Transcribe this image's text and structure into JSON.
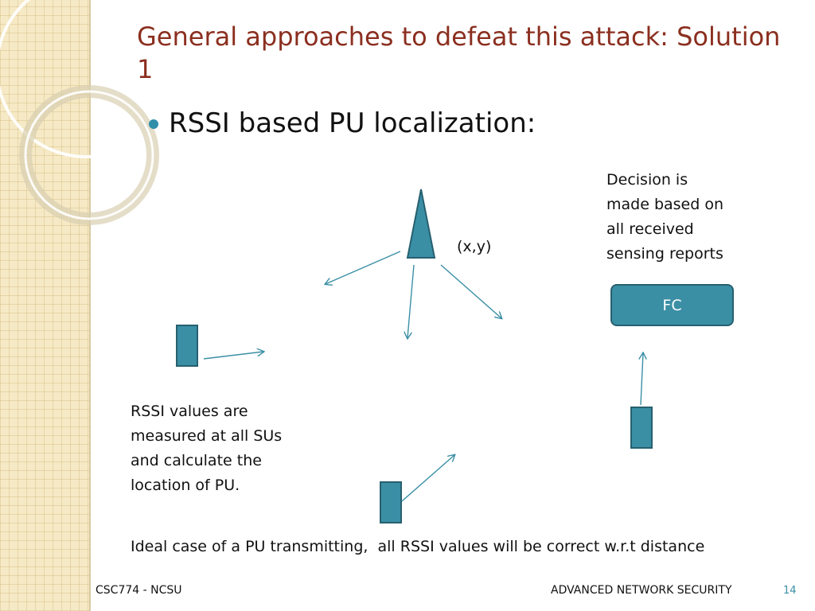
{
  "slide": {
    "title": "General approaches to defeat this attack: Solution 1",
    "bullet": "RSSI based PU localization:",
    "coord_label": "(x,y)",
    "decision_note": [
      "Decision is",
      "made based on",
      "all received",
      "sensing reports"
    ],
    "rssi_note": [
      "RSSI values are",
      "measured at all SUs",
      "and calculate the",
      "location of PU."
    ],
    "caption": "Ideal case of a PU transmitting,  all RSSI values will be correct w.r.t distance",
    "fc_label": "FC"
  },
  "footer": {
    "left": "CSC774  - NCSU",
    "right": "ADVANCED NETWORK SECURITY",
    "page": "14"
  },
  "colors": {
    "title": "#8b2f1f",
    "accent": "#3a8fa5",
    "sidebar": "#f6e9c5"
  }
}
